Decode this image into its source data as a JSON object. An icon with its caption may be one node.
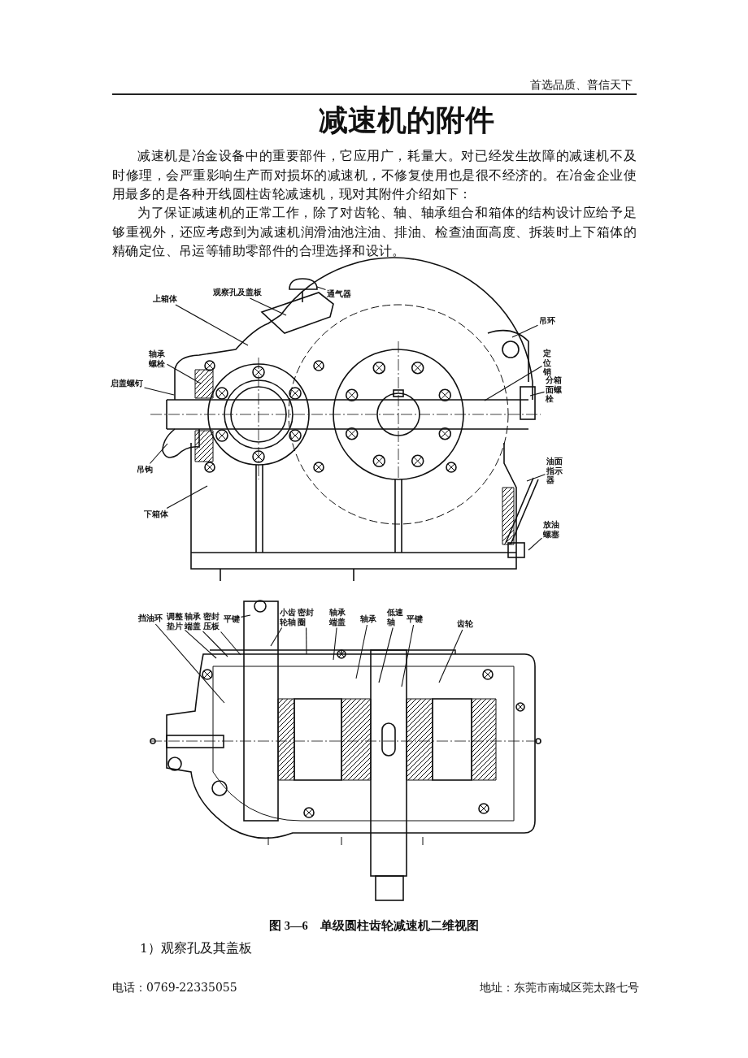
{
  "diagram": {
    "title": "减速机的附件",
    "caption": "图 3—6　单级圆柱齿轮减速机二维视图",
    "nodes": [
      {
        "text": [
          "通气器"
        ]
      },
      {
        "text": [
          "观察孔及盖板"
        ]
      },
      {
        "text": [
          "上箱体"
        ]
      },
      {
        "text": [
          "吊环"
        ]
      },
      {
        "text": [
          "轴承螺栓"
        ]
      },
      {
        "text": [
          "启盖螺钉"
        ]
      },
      {
        "text": [
          "定位销"
        ]
      },
      {
        "text": [
          "分箱面螺栓"
        ]
      },
      {
        "text": [
          "吊钩"
        ]
      },
      {
        "text": [
          "下箱体"
        ]
      },
      {
        "text": [
          "油面指示器"
        ]
      },
      {
        "text": [
          "放油螺塞"
        ]
      },
      {
        "text": [
          "挡油环"
        ]
      },
      {
        "text": [
          "调整垫片"
        ]
      },
      {
        "text": [
          "轴承端盖"
        ]
      },
      {
        "text": [
          "密封压板"
        ]
      },
      {
        "text": [
          "平键"
        ]
      },
      {
        "text": [
          "小齿轮轴"
        ]
      },
      {
        "text": [
          "密封圈"
        ]
      },
      {
        "text": [
          "轴承端盖"
        ]
      },
      {
        "text": [
          "轴承"
        ]
      },
      {
        "text": [
          "低速轴"
        ]
      },
      {
        "text": [
          "平键"
        ]
      },
      {
        "text": [
          "齿轮"
        ]
      }
    ],
    "edges": [
      {
        "from": 0,
        "to": null,
        "arrow": "none"
      },
      {
        "from": 1,
        "to": null,
        "arrow": "none"
      },
      {
        "from": 2,
        "to": null,
        "arrow": "none"
      },
      {
        "from": 3,
        "to": null,
        "arrow": "none"
      },
      {
        "from": 4,
        "to": null,
        "arrow": "none"
      },
      {
        "from": 5,
        "to": null,
        "arrow": "none"
      },
      {
        "from": 6,
        "to": null,
        "arrow": "none"
      },
      {
        "from": 7,
        "to": null,
        "arrow": "none"
      },
      {
        "from": 8,
        "to": null,
        "arrow": "none"
      },
      {
        "from": 9,
        "to": null,
        "arrow": "none"
      },
      {
        "from": 10,
        "to": null,
        "arrow": "none"
      },
      {
        "from": 11,
        "to": null,
        "arrow": "none"
      },
      {
        "from": 12,
        "to": null,
        "arrow": "none"
      },
      {
        "from": 13,
        "to": null,
        "arrow": "none"
      },
      {
        "from": 14,
        "to": null,
        "arrow": "none"
      },
      {
        "from": 15,
        "to": null,
        "arrow": "none"
      },
      {
        "from": 16,
        "to": null,
        "arrow": "none"
      },
      {
        "from": 17,
        "to": null,
        "arrow": "none"
      },
      {
        "from": 18,
        "to": null,
        "arrow": "none"
      },
      {
        "from": 19,
        "to": null,
        "arrow": "none"
      },
      {
        "from": 20,
        "to": null,
        "arrow": "none"
      },
      {
        "from": 21,
        "to": null,
        "arrow": "none"
      },
      {
        "from": 22,
        "to": null,
        "arrow": "none"
      },
      {
        "from": 23,
        "to": null,
        "arrow": "none"
      }
    ],
    "labels": [
      "首选品质、普信天下",
      "减速机是冶金设备中的重要部件，它应用广，耗量大。对已经发生故障的减速机不及时修理，会严重影响生产而对损坏的减速机，不修复使用也是很不经济的。在冶金企业使用最多的是各种开线圆柱齿轮减速机，现对其附件介绍如下：",
      "为了保证减速机的正常工作，除了对齿轮、轴、轴承组合和箱体的结构设计应给予足够重视外，还应考虑到为减速机润滑油池注油、排油、检查油面高度、拆装时上下箱体的精确定位、吊运等辅助零部件的合理选择和设计。",
      "1）观察孔及其盖板",
      "电话：0769-22335055",
      "地址：东莞市南城区莞太路七号"
    ]
  }
}
